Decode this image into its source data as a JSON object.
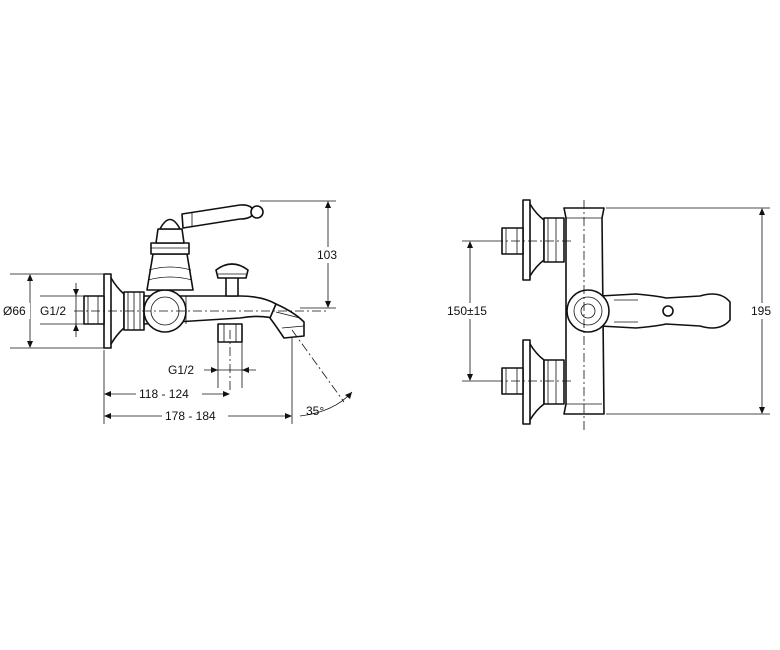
{
  "side_view": {
    "dia_label": "Ø66",
    "inlet_thread_label": "G1/2",
    "height_label": "103",
    "outlet_thread_label": "G1/2",
    "spout_offset_label": "118 - 124",
    "overall_length_label": "178 - 184",
    "angle_label": "35°"
  },
  "front_view": {
    "inlet_spacing_label": "150±15",
    "overall_height_label": "195"
  }
}
